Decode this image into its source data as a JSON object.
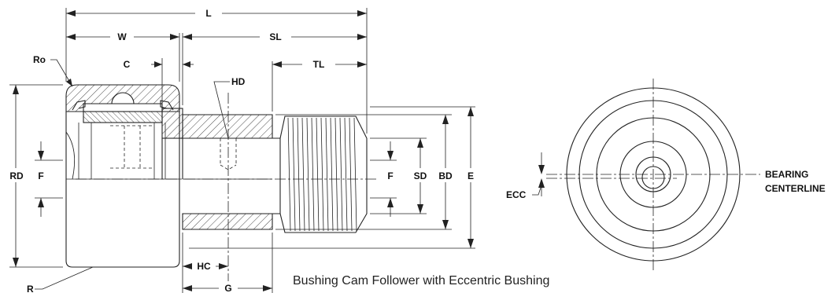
{
  "labels": {
    "L": "L",
    "W": "W",
    "SL": "SL",
    "C": "C",
    "TL": "TL",
    "HD": "HD",
    "Ro": "Ro",
    "RD": "RD",
    "F_left": "F",
    "F_right": "F",
    "SD": "SD",
    "BD": "BD",
    "E": "E",
    "HC": "HC",
    "G": "G",
    "R": "R",
    "ECC": "ECC",
    "bearing_line1": "BEARING",
    "bearing_line2": "CENTERLINE"
  },
  "caption": "Bushing Cam Follower with Eccentric Bushing"
}
